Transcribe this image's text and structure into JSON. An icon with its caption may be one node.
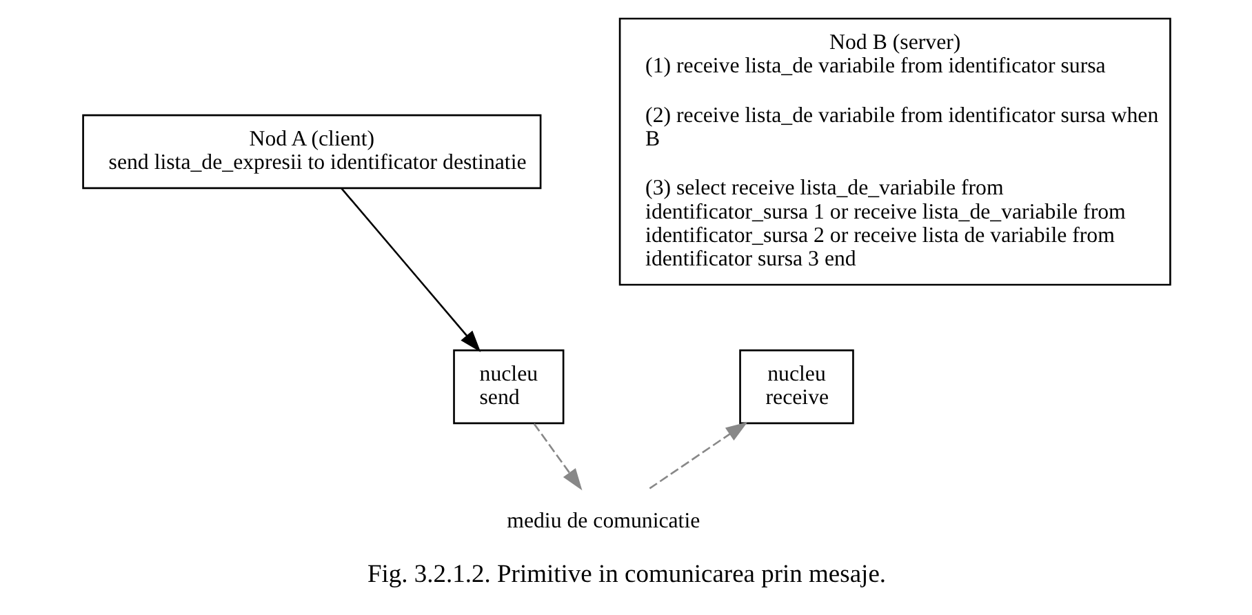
{
  "diagram": {
    "caption": "Fig. 3.2.1.2. Primitive in comunicarea prin mesaje.",
    "nodes": [
      {
        "text": [
          "Nod A (client)",
          "send lista_de_expresii to identificator destinatie"
        ]
      },
      {
        "text": [
          "Nod B (server)",
          "(1) receive lista_de variabile from identificator sursa",
          "(2) receive lista_de variabile from identificator sursa when B",
          "(3) select receive lista_de_variabile from identificator_sursa 1 or receive lista_de_variabile from identificator_sursa 2 or receive lista de variabile from identificator sursa 3 end"
        ]
      },
      {
        "text": [
          "nucleu",
          "send"
        ]
      },
      {
        "text": [
          "nucleu",
          "receive"
        ]
      },
      {
        "text": [
          "mediu de comunicatie"
        ]
      }
    ],
    "edges": [
      {
        "from": 0,
        "to": 2,
        "arrow": "to",
        "color": "#000000"
      },
      {
        "from": 2,
        "to": 4,
        "arrow": "to",
        "style": "dashed",
        "color": "#888888"
      },
      {
        "from": 4,
        "to": 3,
        "arrow": "to",
        "style": "dashed",
        "color": "#888888"
      }
    ]
  }
}
